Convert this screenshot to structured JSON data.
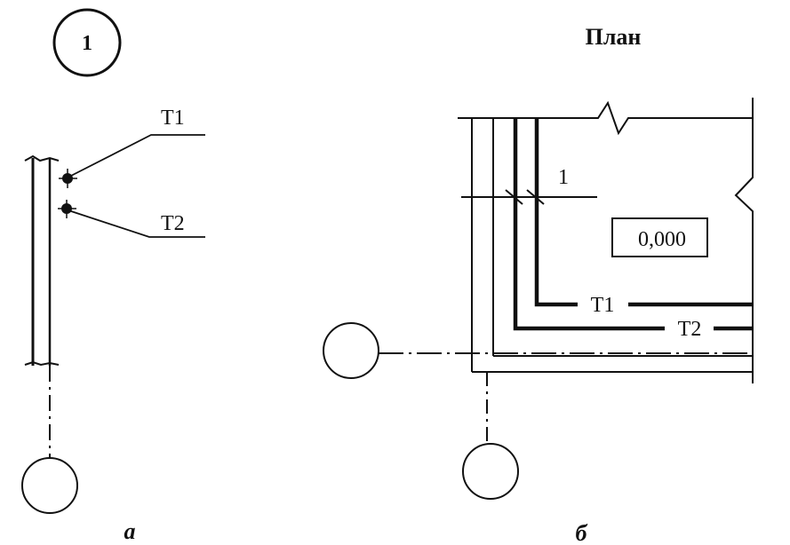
{
  "marker": {
    "number": "1"
  },
  "section_a": {
    "pipe_labels": [
      "Т1",
      "Т2"
    ],
    "caption": "а"
  },
  "section_b": {
    "title": "План",
    "section_ref": "1",
    "elevation": "0,000",
    "pipe_labels": [
      "Т1",
      "Т2"
    ],
    "caption": "б"
  }
}
